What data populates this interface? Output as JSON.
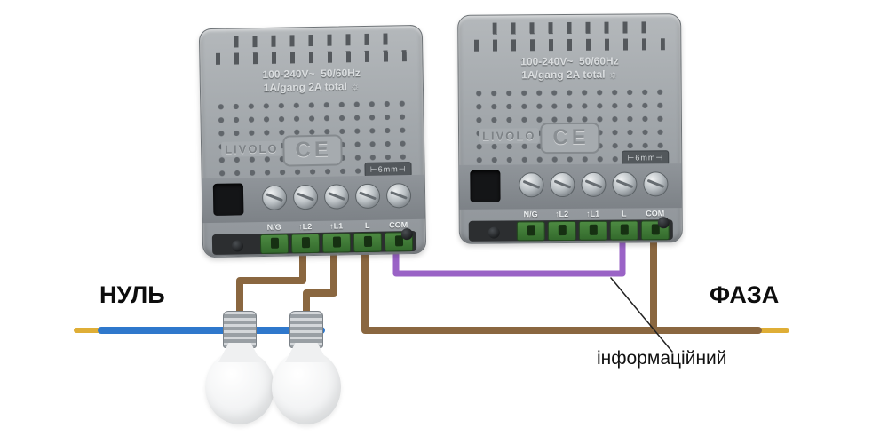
{
  "labels": {
    "neutral": "НУЛЬ",
    "phase": "ФАЗА",
    "info": "інформаційний"
  },
  "colors": {
    "neutral_wire": "#2f78cc",
    "phase_wire": "#8a6740",
    "info_wire": "#9a63c6",
    "bare_tip": "#dfae36",
    "pointer": "#222222"
  },
  "devices": [
    {
      "brand": "LIVOLO",
      "rating_line1": "100-240V~  50/60Hz",
      "rating_line2": "1A/gang 2A total",
      "brightness_icon": "☼",
      "ce": "CE",
      "gauge": "⊢6mm⊣",
      "terminals": [
        "N/G",
        "↑L2",
        "↑L1",
        "L",
        "COM"
      ]
    },
    {
      "brand": "LIVOLO",
      "rating_line1": "100-240V~  50/60Hz",
      "rating_line2": "1A/gang 2A total",
      "brightness_icon": "☼",
      "ce": "CE",
      "gauge": "⊢6mm⊣",
      "terminals": [
        "N/G",
        "↑L2",
        "↑L1",
        "L",
        "COM"
      ]
    }
  ]
}
